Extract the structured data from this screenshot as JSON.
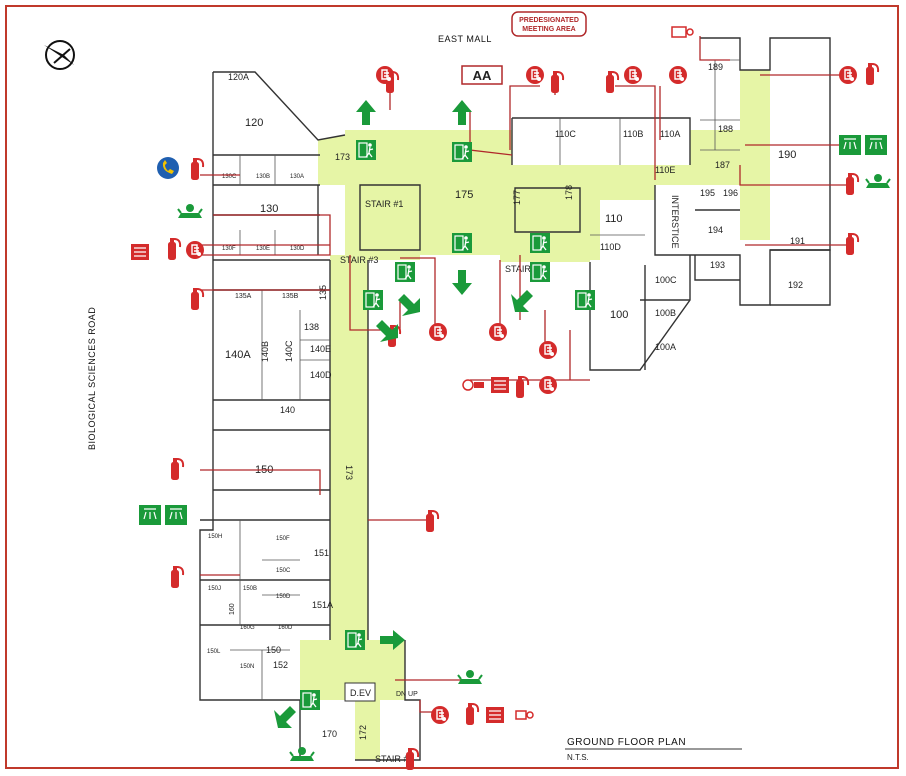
{
  "labels": {
    "east_mall": "EAST MALL",
    "meeting_area_1": "PREDESIGNATED",
    "meeting_area_2": "MEETING AREA",
    "aa": "AA",
    "road": "BIOLOGICAL SCIENCES ROAD",
    "title": "GROUND FLOOR PLAN",
    "scale": "N.T.S.",
    "stair1": "STAIR #1",
    "stair2": "STAIR #2",
    "stair3": "STAIR #3",
    "stair4": "STAIR #4",
    "interstice": "INTERSTICE",
    "elev": "D.EV",
    "dn_up": "DN UP"
  },
  "rooms": {
    "r120A": "120A",
    "r120": "120",
    "r173a": "173",
    "r175": "175",
    "r110C": "110C",
    "r110B": "110B",
    "r110A": "110A",
    "r110E": "110E",
    "r110": "110",
    "r110D": "110D",
    "r177": "177",
    "r178": "178",
    "r189": "189",
    "r188": "188",
    "r187": "187",
    "r190": "190",
    "r195": "195",
    "r196": "196",
    "r194": "194",
    "r191": "191",
    "r193": "193",
    "r192": "192",
    "r100C": "100C",
    "r100B": "100B",
    "r100A": "100A",
    "r100": "100",
    "r130C": "130C",
    "r130B": "130B",
    "r130A": "130A",
    "r130": "130",
    "r130F": "130F",
    "r130E": "130E",
    "r130D": "130D",
    "r135A": "135A",
    "r135B": "135B",
    "r135": "135",
    "r140A": "140A",
    "r140B": "140B",
    "r140C": "140C",
    "r138": "138",
    "r140E": "140E",
    "r140D": "140D",
    "r140": "140",
    "r173b": "173",
    "r150": "150",
    "r150H": "150H",
    "r150F": "150F",
    "r150C": "150C",
    "r151": "151",
    "r150J": "150J",
    "r150B": "150B",
    "r160": "160",
    "r150D": "150D",
    "r151A": "151A",
    "r160G": "160G",
    "r160D": "160D",
    "r150x": "150",
    "r150L": "150L",
    "r150N": "150N",
    "r152": "152",
    "r170": "170",
    "r172": "172"
  },
  "icons": {
    "compass": "north-arrow-icon",
    "extinguisher": "fire-extinguisher-icon",
    "alarm": "fire-alarm-pull-icon",
    "hose": "fire-hose-cabinet-icon",
    "exit": "exit-running-man-icon",
    "arrow": "exit-direction-arrow-icon",
    "assembly": "assembly-point-icon",
    "shower": "emergency-shower-icon",
    "phone": "emergency-phone-icon"
  },
  "colors": {
    "fire_red": "#d42b2b",
    "exit_green": "#1a9a3a",
    "corridor": "#e6f5a6",
    "frame": "#c0392b"
  }
}
